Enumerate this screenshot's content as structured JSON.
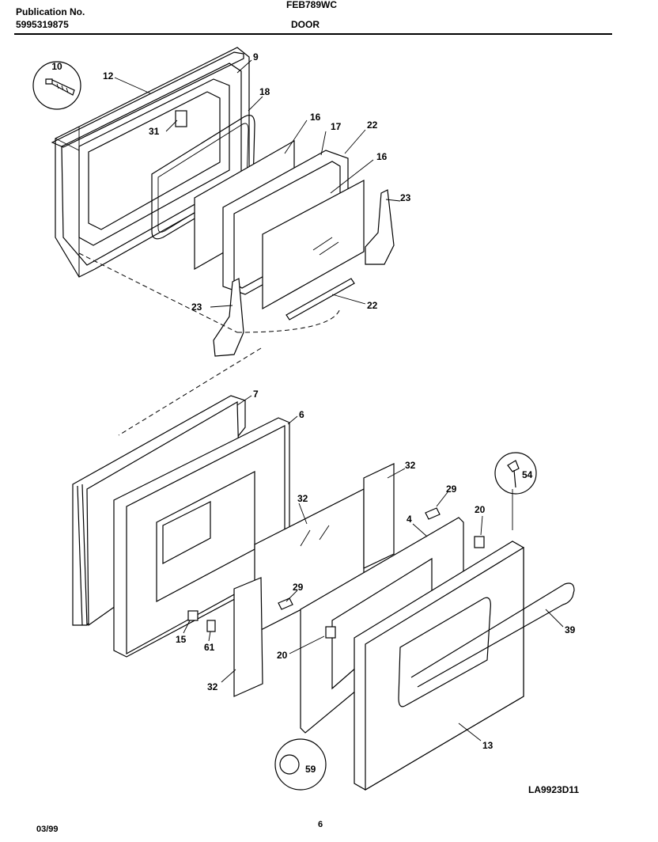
{
  "header": {
    "publication_label": "Publication No.",
    "publication_number": "5995319875",
    "model": "FEB789WC",
    "section": "DOOR"
  },
  "callouts": [
    "10",
    "12",
    "9",
    "18",
    "31",
    "16",
    "17",
    "22",
    "16",
    "23",
    "23",
    "22",
    "7",
    "6",
    "32",
    "32",
    "29",
    "20",
    "54",
    "4",
    "29",
    "39",
    "15",
    "61",
    "20",
    "32",
    "13",
    "59"
  ],
  "drawing_id": "LA9923D11",
  "footer": {
    "date": "03/99",
    "page": "6"
  }
}
